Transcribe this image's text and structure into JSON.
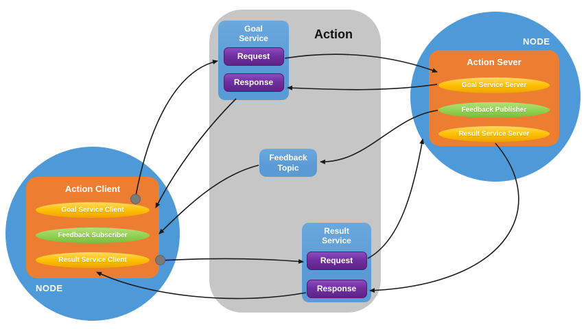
{
  "diagram": {
    "title": "Action",
    "goal_service": {
      "label": "Goal Service",
      "request_label": "Request",
      "response_label": "Response"
    },
    "feedback_topic": {
      "label": "Feedback Topic"
    },
    "result_service": {
      "label": "Result Service",
      "request_label": "Request",
      "response_label": "Response"
    },
    "server_node": {
      "node_label": "NODE",
      "title": "Action Sever",
      "items": [
        {
          "label": "Goal Service Server",
          "color": "#ffc000"
        },
        {
          "label": "Feedback Publisher",
          "color": "#92d050"
        },
        {
          "label": "Result Service Server",
          "color": "#ffc000"
        }
      ]
    },
    "client_node": {
      "node_label": "NODE",
      "title": "Action Client",
      "items": [
        {
          "label": "Goal Service Client",
          "color": "#ffc000"
        },
        {
          "label": "Feedback Subscriber",
          "color": "#92d050"
        },
        {
          "label": "Result Service Client",
          "color": "#ffc000"
        }
      ]
    },
    "colors": {
      "node_circle": "#4e9ad8",
      "action_background": "#c6c6c6",
      "service_box": "#5b9bd5",
      "request_button": "#7030a0",
      "server_box": "#ed7d31",
      "yellow_pill": "#ffc000",
      "green_pill": "#92d050",
      "connector_dot": "#7a7a7a",
      "arrow": "#1a1a1a"
    }
  }
}
